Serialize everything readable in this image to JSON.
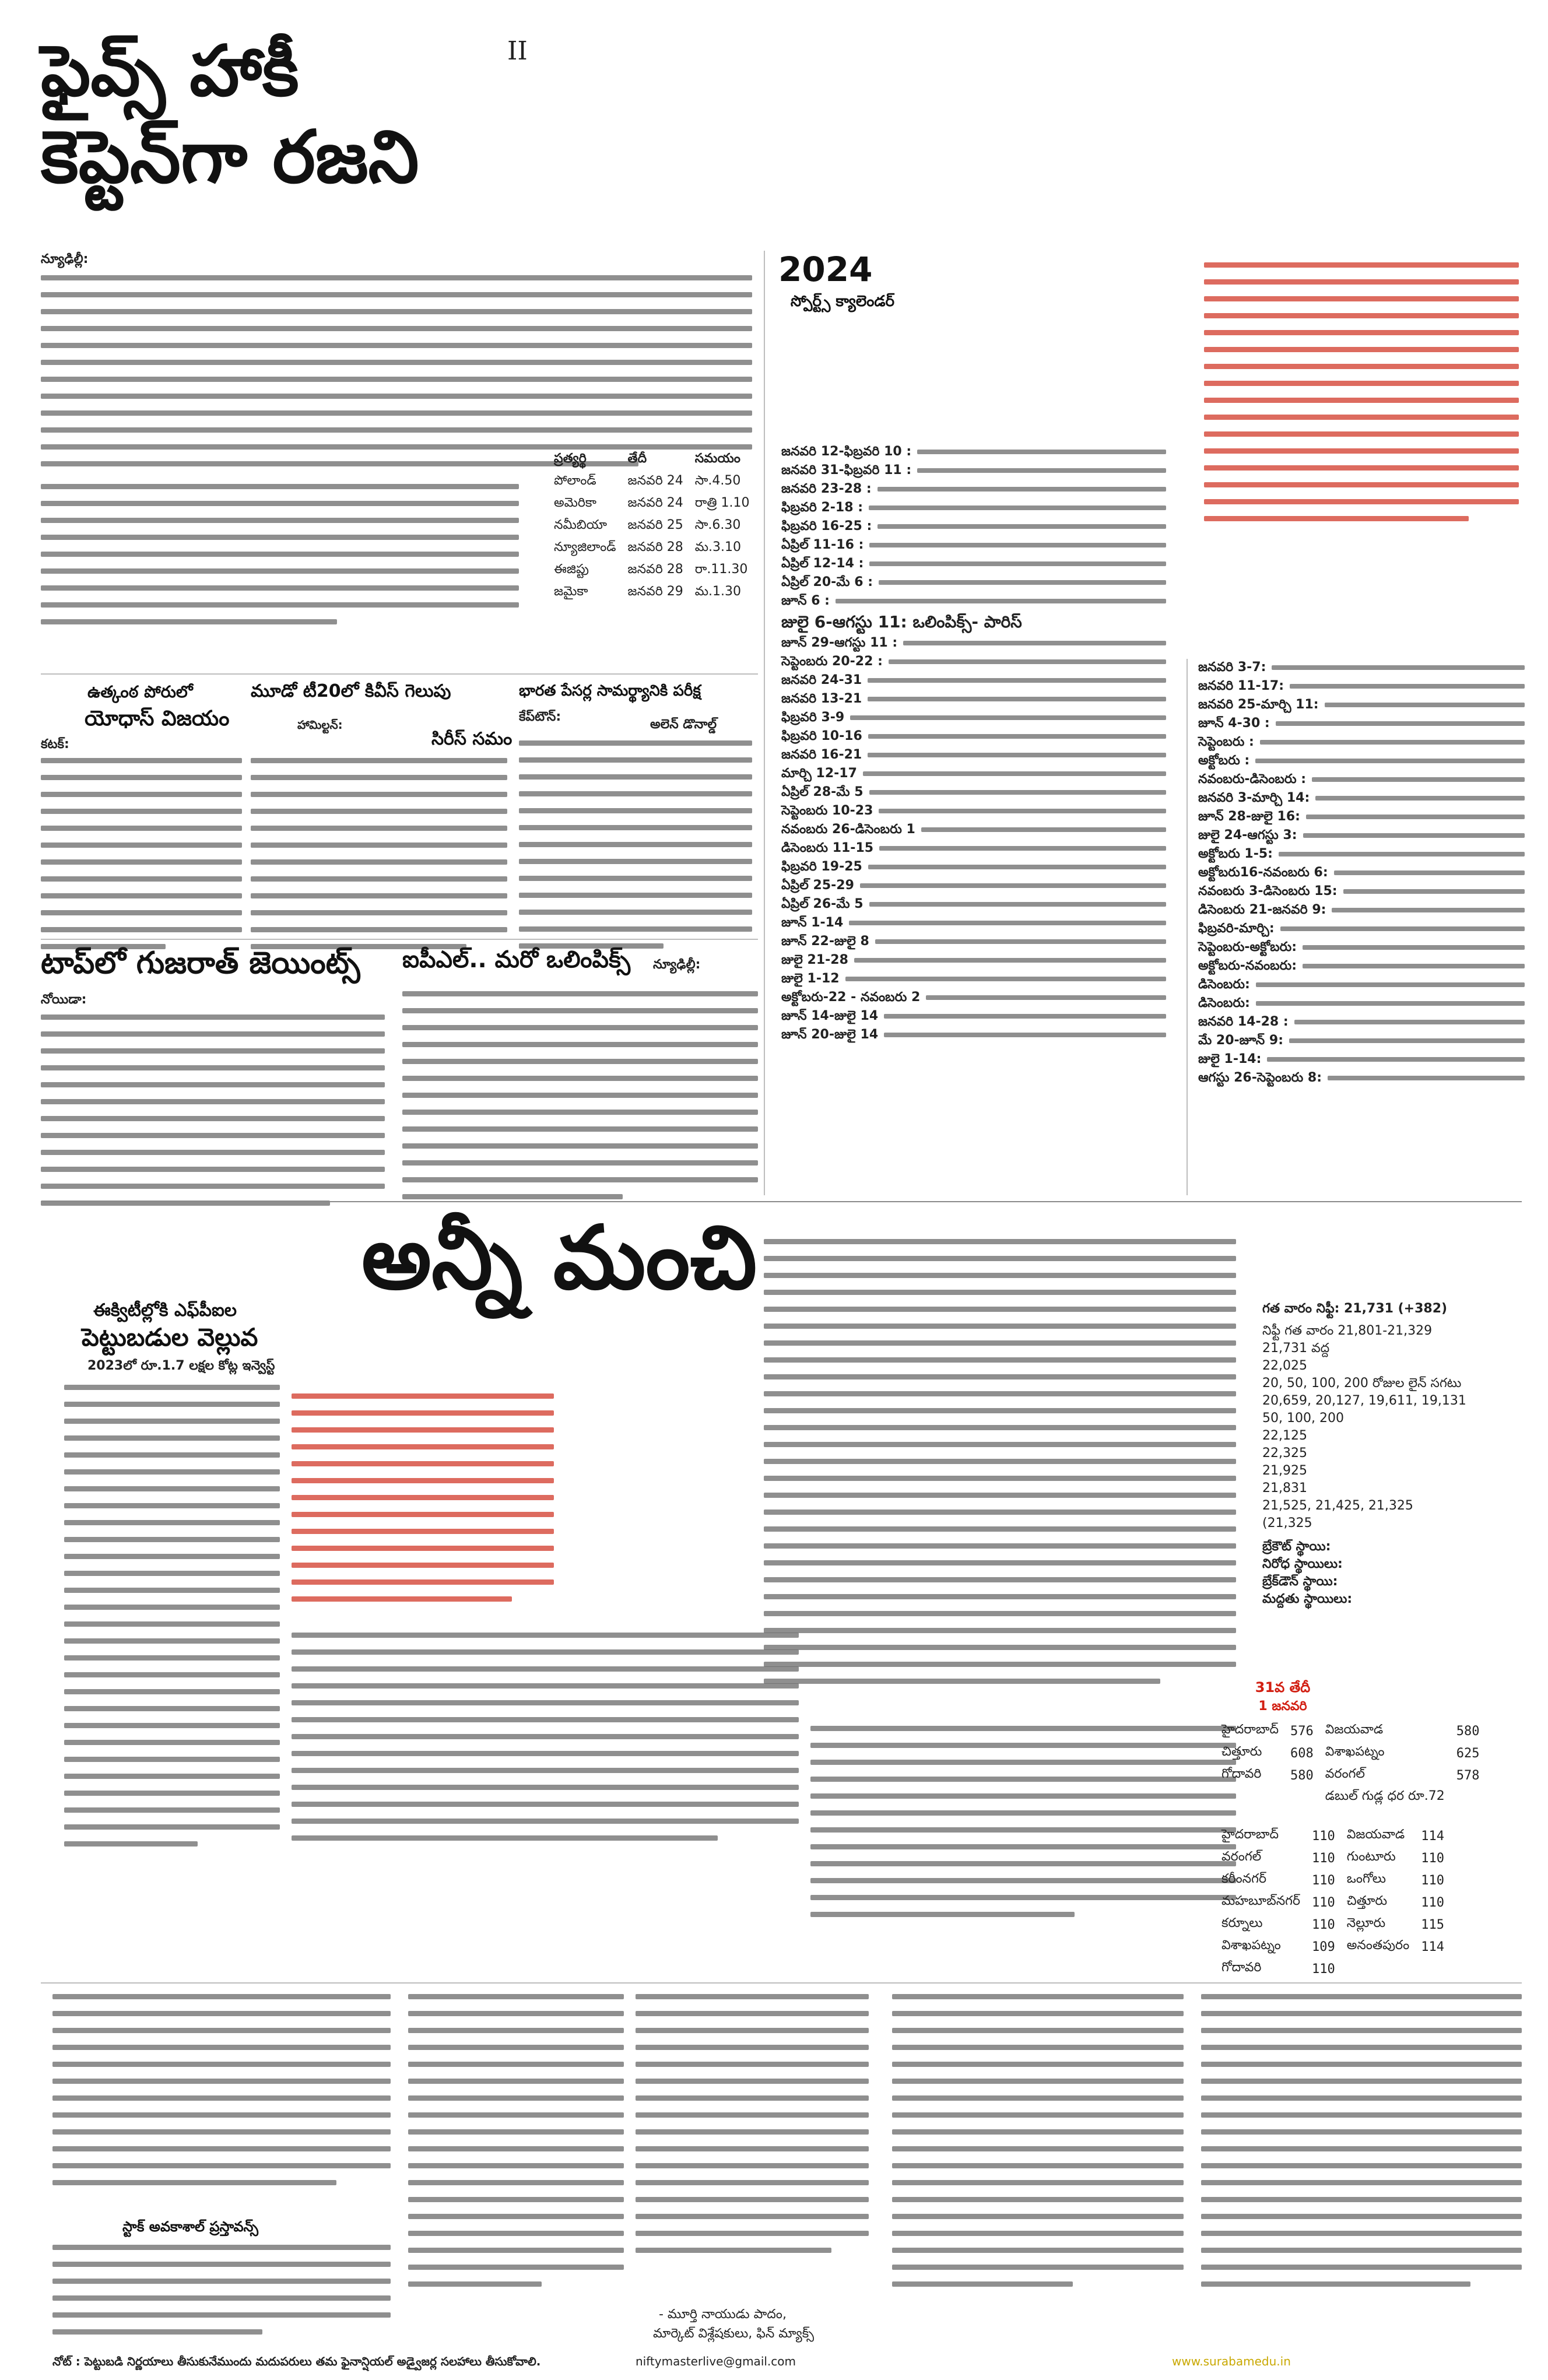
{
  "page": {
    "page_marker": "II",
    "email": "niftymasterlive@gmail.com",
    "website": "www.surabamedu.in"
  },
  "hockey": {
    "headline_line1": "ఫైవ్స్ హాకీ",
    "headline_line2": "కెప్టెన్‌గా రజని",
    "dateline": "న్యూఢిల్లీ:",
    "side_head_1": "ఉత్కంఠ పోరులో",
    "side_head_2": "యోధాస్ విజయం",
    "side_dateline": "కటక్:"
  },
  "cricket": {
    "headline": "మూడో టీ20లో కివీస్ గెలుపు",
    "subhead": "సిరీస్ సమం",
    "dateline": "హామిల్టన్:"
  },
  "pacers": {
    "headline": "భారత పేసర్ల సామర్థ్యానికి పరీక్ష",
    "source": "అలెన్ డొనాల్డ్",
    "dateline": "కేప్‌టౌన్:"
  },
  "gujarat": {
    "headline": "టాప్‌లో గుజరాత్ జెయింట్స్",
    "dateline": "నోయిడా:"
  },
  "ipl_olympics": {
    "headline": "ఐపీఎల్.. మరో ఒలింపిక్స్",
    "dateline": "న్యూఢిల్లీ:"
  },
  "match_table": {
    "headers": [
      "ప్రత్యర్థి",
      "తేదీ",
      "సమయం"
    ],
    "rows": [
      [
        "పోలాండ్",
        "జనవరి 24",
        "సా.4.50"
      ],
      [
        "అమెరికా",
        "జనవరి 24",
        "రాత్రి 1.10"
      ],
      [
        "నమీబియా",
        "జనవరి 25",
        "సా.6.30"
      ],
      [
        "న్యూజిలాండ్",
        "జనవరి 28",
        "మ.3.10"
      ],
      [
        "ఈజిప్టు",
        "జనవరి 28",
        "రా.11.30"
      ],
      [
        "జమైకా",
        "జనవరి 29",
        "మ.1.30"
      ]
    ]
  },
  "calendar": {
    "year": "2024",
    "title": "స్పోర్ట్స్ క్యాలెండర్",
    "highlight": "జులై 6-ఆగస్టు 11: ఒలింపిక్స్- పారిస్",
    "col1": [
      "జనవరి 12-ఫిబ్రవరి 10 :",
      "జనవరి 31-ఫిబ్రవరి 11 :",
      "జనవరి 23-28 :",
      "ఫిబ్రవరి 2-18 :",
      "ఫిబ్రవరి 16-25 :",
      "ఏప్రిల్ 11-16 :",
      "ఏప్రిల్ 12-14 :",
      "ఏప్రిల్ 20-మే 6 :",
      "జూన్ 6 :",
      "జూన్ 29-ఆగస్టు 11 :",
      "సెప్టెంబరు 20-22 :",
      "జనవరి 24-31",
      "జనవరి 13-21",
      "ఫిబ్రవరి 3-9",
      "ఫిబ్రవరి 10-16",
      "జనవరి 16-21",
      "మార్చి 12-17",
      "ఏప్రిల్ 28-మే 5",
      "సెప్టెంబరు 10-23",
      "నవంబరు 26-డిసెంబరు 1",
      "డిసెంబరు 11-15",
      "ఫిబ్రవరి 19-25",
      "ఏప్రిల్ 25-29",
      "ఏప్రిల్ 26-మే 5",
      "జూన్ 1-14",
      "జూన్ 22-జులై 8",
      "జులై 21-28",
      "జులై 1-12",
      "అక్టోబరు-22 - నవంబరు 2",
      "జూన్ 14-జులై 14",
      "జూన్ 20-జులై 14"
    ],
    "col2": [
      "జనవరి 3-7:",
      "జనవరి 11-17:",
      "జనవరి 25-మార్చి 11:",
      "జూన్ 4-30 :",
      "సెప్టెంబరు :",
      "అక్టోబరు :",
      "నవంబరు-డిసెంబరు :",
      "జనవరి 3-మార్చి 14:",
      "జూన్ 28-జులై 16:",
      "జులై 24-ఆగస్టు 3:",
      "అక్టోబరు 1-5:",
      "అక్టోబరు16-నవంబరు 6:",
      "నవంబరు 3-డిసెంబరు 15:",
      "డిసెంబరు 21-జనవరి 9:",
      "ఫిబ్రవరి-మార్చి:",
      "సెప్టెంబరు-అక్టోబరు:",
      "అక్టోబరు-నవంబరు:",
      "డిసెంబరు:",
      "డిసెంబరు:",
      "జనవరి 14-28 :",
      "మే 20-జూన్ 9:",
      "జులై 1-14:",
      "ఆగస్టు 26-సెప్టెంబరు 8:"
    ]
  },
  "market": {
    "headline": "అన్నీ మంచి",
    "sub1": "ఈక్విటీల్లోకి ఎఫ్‌పీఐల",
    "sub2": "పెట్టుబడుల వెల్లువ",
    "sub3": "2023లో రూ.1.7 లక్షల కోట్ల ఇన్వెస్ట్",
    "summary_title": "గత వారం నిఫ్టీ: 21,731 (+382)",
    "levels": [
      "నిఫ్టీ గత వారం 21,801-21,329",
      "21,731 వద్ద",
      "22,025",
      "20, 50, 100, 200 రోజుల లైన్ సగటు",
      "20,659, 20,127, 19,611, 19,131",
      "50, 100, 200",
      "22,125",
      "22,325",
      "21,925",
      "21,831",
      "21,525, 21,425, 21,325",
      "(21,325"
    ],
    "support_label": "మద్దతు స్థాయిలు:",
    "resist_label": "నిరోధ స్థాయిలు:",
    "breakout_label": "బ్రేకౌట్ స్థాయి:",
    "breakdown_label": "బ్రేక్‌డౌన్ స్థాయి:",
    "weekly_label": "31వ తేదీ",
    "weekly_sub": "1 జనవరి",
    "weekly_rows": [
      [
        "హైదరాబాద్",
        "576",
        "విజయవాడ",
        "580"
      ],
      [
        "చిత్తూరు",
        "608",
        "విశాఖపట్నం",
        "625"
      ],
      [
        "గోదావరి",
        "580",
        "వరంగల్",
        "578"
      ],
      [
        "",
        "",
        "డబుల్ గుడ్ల ధర రూ.72",
        ""
      ]
    ],
    "weekly_rows2": [
      [
        "హైదరాబాద్",
        "110",
        "విజయవాడ",
        "114"
      ],
      [
        "వరంగల్",
        "110",
        "గుంటూరు",
        "110"
      ],
      [
        "కరీంనగర్",
        "110",
        "ఒంగోలు",
        "110"
      ],
      [
        "మహబూబ్‌నగర్",
        "110",
        "చిత్తూరు",
        "110"
      ],
      [
        "కర్నూలు",
        "110",
        "నెల్లూరు",
        "115"
      ],
      [
        "విశాఖపట్నం",
        "109",
        "అనంతపురం",
        "114"
      ],
      [
        "గోదావరి",
        "110",
        "",
        ""
      ]
    ],
    "stock_head": "స్టాక్ అవకాశాల్ ప్రస్తావన్స్",
    "signoff": "- మూర్తి నాయుడు పాదం,",
    "signoff2": "మార్కెట్ విశ్లేషకులు, ఫిన్ మ్యాక్స్",
    "disclaimer": "నోట్ : పెట్టుబడి నిర్ణయాలు తీసుకునేముందు మదుపరులు తమ ఫైనాన్షియల్ అడ్వైజర్ల సలహాలు తీసుకోవాలి."
  }
}
